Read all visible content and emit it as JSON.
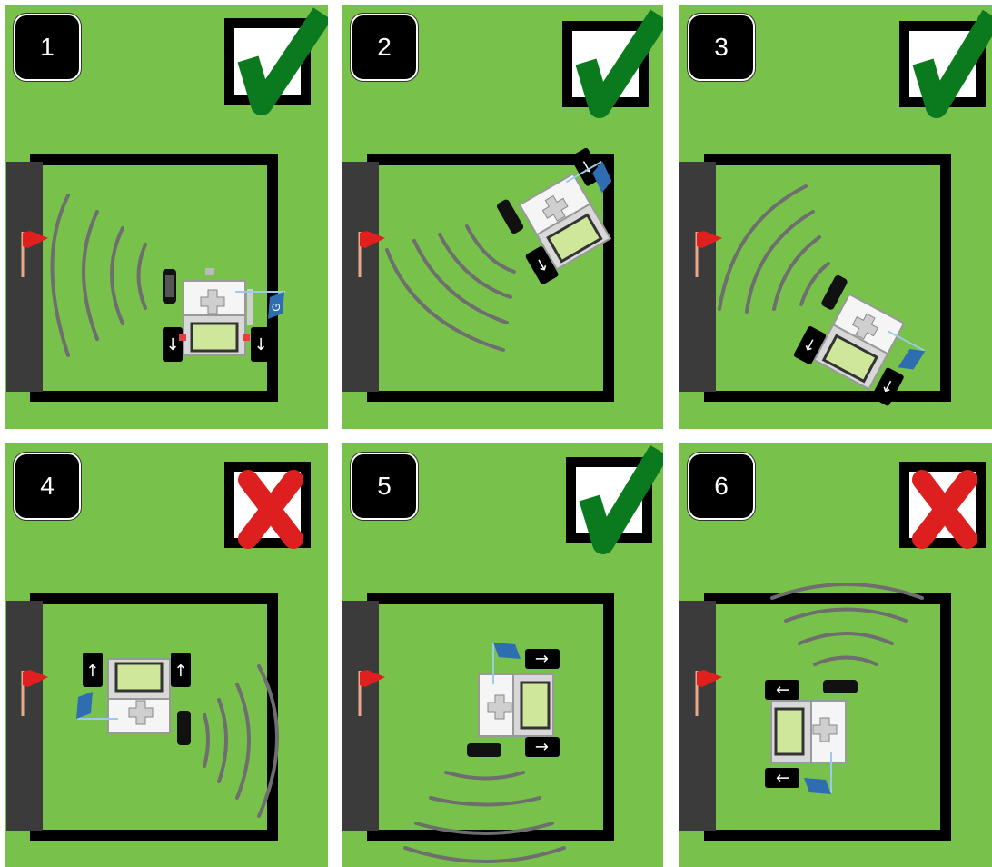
{
  "panels": [
    {
      "number": "1",
      "result": "check"
    },
    {
      "number": "2",
      "result": "check"
    },
    {
      "number": "3",
      "result": "check"
    },
    {
      "number": "4",
      "result": "cross"
    },
    {
      "number": "5",
      "result": "check"
    },
    {
      "number": "6",
      "result": "cross"
    }
  ],
  "robot_flag_letter": "G",
  "colors": {
    "grass": "#78c24b",
    "wall": "#3b3b3b",
    "check": "#0b7a1e",
    "cross": "#dd1f1f",
    "flag_red": "#e01f1f",
    "flag_blue": "#2f6db3",
    "sound_waves": "#6e6e6e"
  }
}
